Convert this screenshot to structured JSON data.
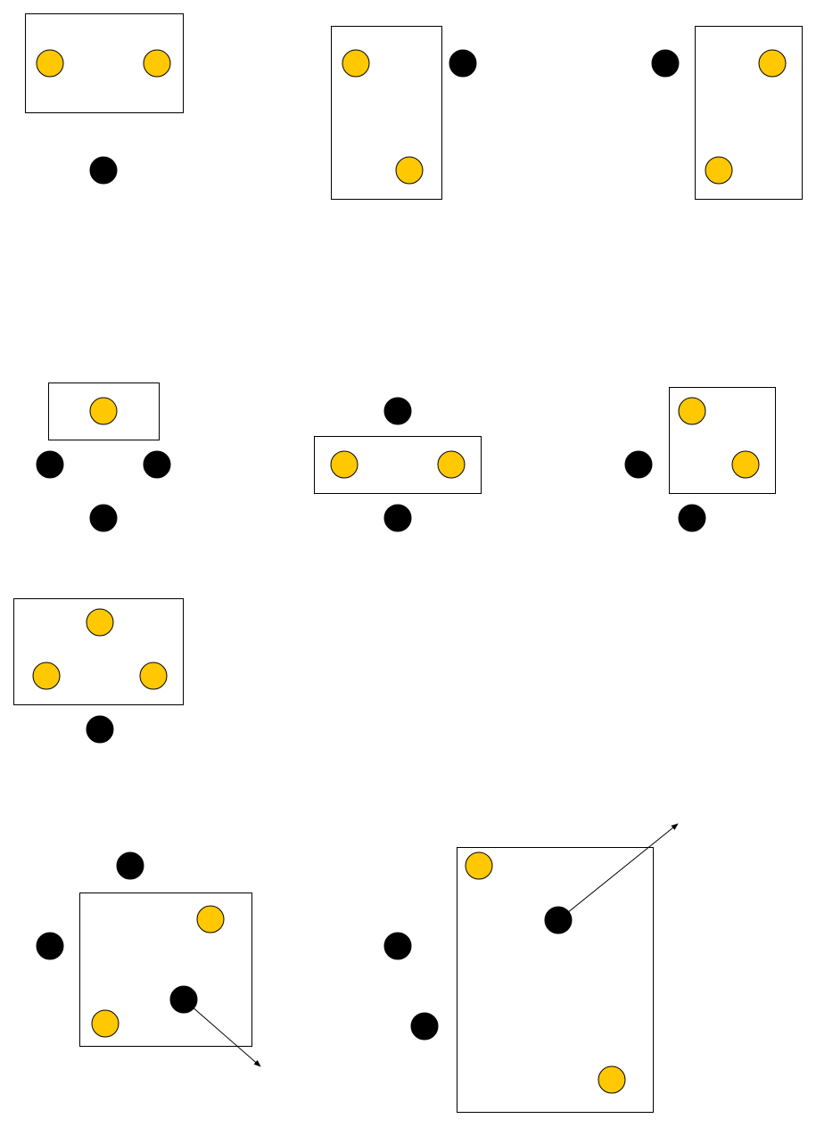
{
  "colors": {
    "yellow_dot": "#FFC800",
    "black_dot": "#000000",
    "stroke": "#000000",
    "background": "#FFFFFF"
  },
  "panels": [
    {
      "id": "p1",
      "yellow_dots": 2,
      "black_dots": 1,
      "arrow": false
    },
    {
      "id": "p2",
      "yellow_dots": 2,
      "black_dots": 1,
      "arrow": false
    },
    {
      "id": "p3",
      "yellow_dots": 2,
      "black_dots": 1,
      "arrow": false
    },
    {
      "id": "p4",
      "yellow_dots": 1,
      "black_dots": 3,
      "arrow": false
    },
    {
      "id": "p5",
      "yellow_dots": 2,
      "black_dots": 2,
      "arrow": false
    },
    {
      "id": "p6",
      "yellow_dots": 2,
      "black_dots": 2,
      "arrow": false
    },
    {
      "id": "p7",
      "yellow_dots": 3,
      "black_dots": 1,
      "arrow": false
    },
    {
      "id": "p8",
      "yellow_dots": 2,
      "black_dots": 3,
      "arrow": true
    },
    {
      "id": "p9",
      "yellow_dots": 2,
      "black_dots": 3,
      "arrow": true
    }
  ]
}
